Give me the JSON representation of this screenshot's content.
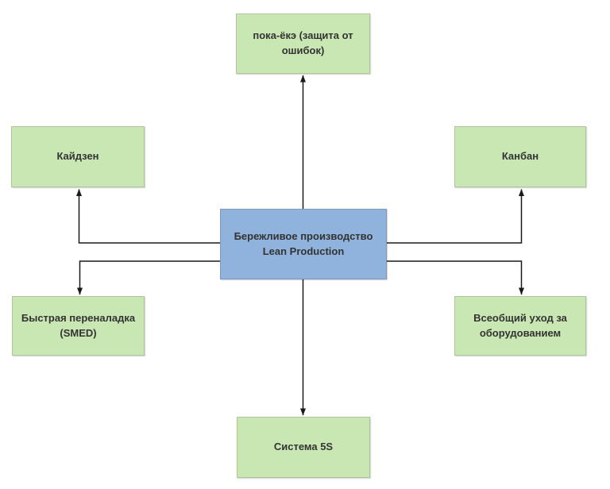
{
  "diagram": {
    "title": "Lean Production tools diagram",
    "center_node": {
      "line1": "Бережливое производство",
      "line2": "Lean Production"
    },
    "nodes": [
      {
        "id": "poka-yoke",
        "label": "пока-ёкэ (защита от ошибок)"
      },
      {
        "id": "kaizen",
        "label": "Кайдзен"
      },
      {
        "id": "kanban",
        "label": "Канбан"
      },
      {
        "id": "smed",
        "label": "Быстрая переналадка (SMED)"
      },
      {
        "id": "tpm",
        "label": "Всеобщий уход за оборудованием"
      },
      {
        "id": "system-5s",
        "label": "Система 5S"
      }
    ],
    "edges": [
      {
        "from": "center",
        "to": "poka-yoke"
      },
      {
        "from": "center",
        "to": "kaizen"
      },
      {
        "from": "center",
        "to": "kanban"
      },
      {
        "from": "center",
        "to": "smed"
      },
      {
        "from": "center",
        "to": "tpm"
      },
      {
        "from": "center",
        "to": "system-5s"
      }
    ],
    "colors": {
      "satellite_fill": "#c9e7b3",
      "satellite_border": "#b2c49e",
      "center_fill": "#8fb3dc",
      "center_border": "#7d99b8",
      "connector": "#1a1a1a",
      "text": "#333333",
      "background": "#ffffff"
    }
  }
}
